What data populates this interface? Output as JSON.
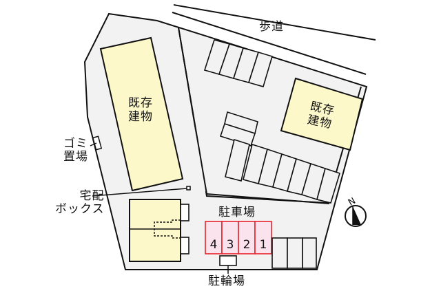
{
  "map": {
    "sidewalk_label": "歩道",
    "buildings": [
      {
        "line1": "既存",
        "line2": "建物"
      },
      {
        "line1": "既存",
        "line2": "建物"
      }
    ],
    "garbage_area": {
      "line1": "ゴミ",
      "line2": "置場"
    },
    "delivery_box": {
      "line1": "宅配",
      "line2": "ボックス"
    },
    "parking_label": "駐車場",
    "parking_spaces": [
      "4",
      "3",
      "2",
      "1"
    ],
    "bicycle_parking_label": "駐輪場",
    "compass": {
      "direction": "N"
    },
    "colors": {
      "lot_fill": "#f2f2f2",
      "building_fill": "#fdf8c9",
      "highlight_fill": "#fbe3ee",
      "highlight_stroke": "#e8222c"
    }
  }
}
